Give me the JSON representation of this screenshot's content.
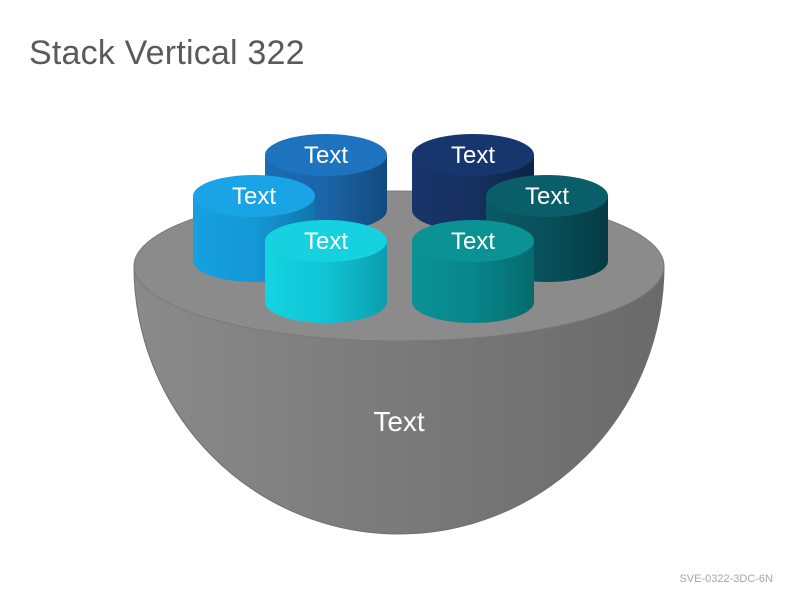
{
  "title": "Stack Vertical 322",
  "code": "SVE-0322-3DC-6N",
  "bowl": {
    "label": "Text",
    "color": "#7f7f7f"
  },
  "cylinders": [
    {
      "label": "Text",
      "color": "#1e73be"
    },
    {
      "label": "Text",
      "color": "#17366e"
    },
    {
      "label": "Text",
      "color": "#19a4e6"
    },
    {
      "label": "Text",
      "color": "#0a5e6a"
    },
    {
      "label": "Text",
      "color": "#16d2e0"
    },
    {
      "label": "Text",
      "color": "#0b9295"
    }
  ]
}
